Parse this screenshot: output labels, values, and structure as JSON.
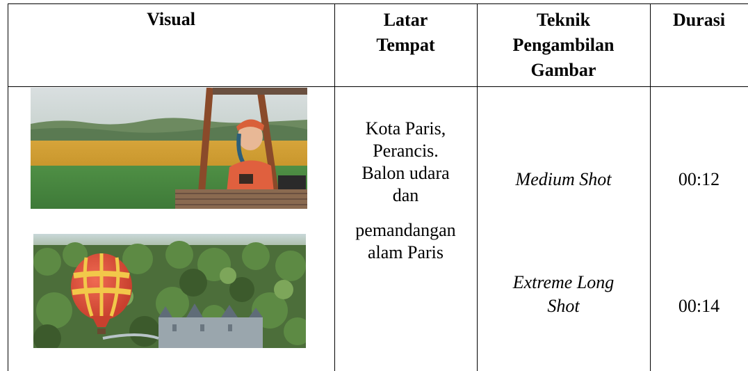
{
  "table": {
    "headers": {
      "visual": "Visual",
      "latar_line1": "Latar",
      "latar_line2": "Tempat",
      "teknik_line1": "Teknik",
      "teknik_line2": "Pengambilan",
      "teknik_line3": "Gambar",
      "durasi": "Durasi"
    },
    "row": {
      "latar_lines": [
        "Kota Paris,",
        "Perancis.",
        "Balon udara",
        "dan",
        "pemandangan",
        "alam Paris"
      ],
      "shots": [
        {
          "technique": "Medium Shot",
          "duration": "00:12"
        },
        {
          "technique_line1": "Extreme Long",
          "technique_line2": "Shot",
          "duration": "00:14"
        }
      ]
    }
  }
}
